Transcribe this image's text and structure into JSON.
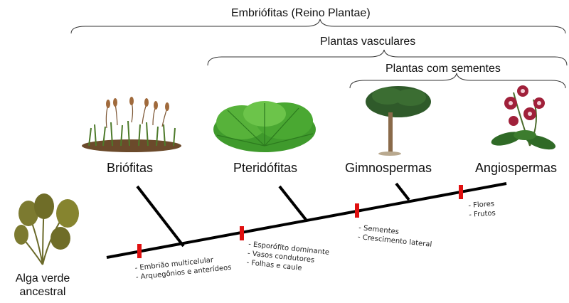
{
  "groups": {
    "embriofitas": "Embriófitas (Reino Plantae)",
    "vasculares": "Plantas vasculares",
    "sementes": "Plantas com sementes"
  },
  "taxa": {
    "briofitas": "Briófitas",
    "pteridofitas": "Pteridófitas",
    "gimnospermas": "Gimnospermas",
    "angiospermas": "Angiospermas"
  },
  "ancestor": {
    "line1": "Alga verde",
    "line2": "ancestral"
  },
  "traits": {
    "embriofitas": [
      "- Embrião multicelular",
      "- Arquegônios e anterídeos"
    ],
    "vasculares": [
      "- Esporófito dominante",
      "- Vasos condutores",
      "- Folhas e caule"
    ],
    "sementes": [
      "- Sementes",
      "- Crescimento lateral"
    ],
    "angiospermas": [
      "- Flores",
      "- Frutos"
    ]
  },
  "colors": {
    "marker": "#e01010",
    "line": "#000000"
  }
}
